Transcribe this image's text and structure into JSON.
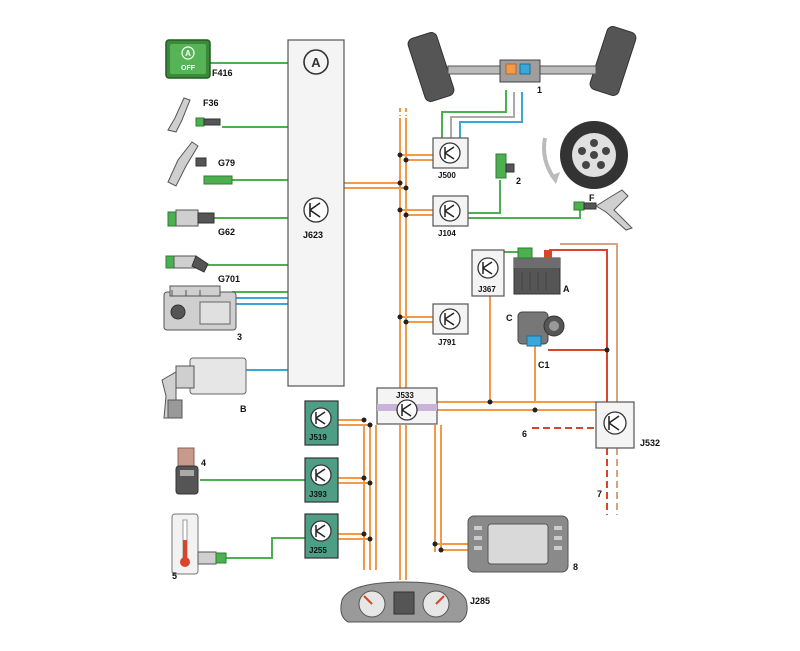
{
  "labels": {
    "f416": "F416",
    "off": "OFF",
    "a_symbol": "A",
    "f36": "F36",
    "g79": "G79",
    "g62": "G62",
    "g701": "G701",
    "n3": "3",
    "b": "B",
    "j623": "J623",
    "n1": "1",
    "j500": "J500",
    "n2": "2",
    "j104": "J104",
    "f": "F",
    "j367": "J367",
    "a": "A",
    "c": "C",
    "c1": "C1",
    "j791": "J791",
    "j533": "J533",
    "j532": "J532",
    "n6": "6",
    "n7": "7",
    "j519": "J519",
    "n4": "4",
    "j393": "J393",
    "j255": "J255",
    "n5": "5",
    "n8": "8",
    "j285": "J285"
  },
  "colors": {
    "can_bus": "#f39a4a",
    "sensor_wire": "#4caf50",
    "signal_wire": "#3aa7d8",
    "power_wire": "#d9452b",
    "ground_wire": "#d9a27e",
    "gateway_band": "#c9b3d9"
  }
}
